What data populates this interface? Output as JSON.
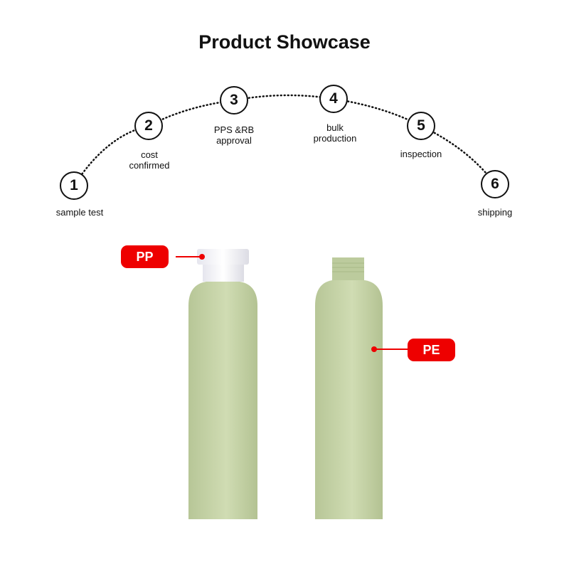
{
  "title": "Product Showcase",
  "steps": [
    {
      "num": "1",
      "label": "sample test"
    },
    {
      "num": "2",
      "label": "cost confirmed"
    },
    {
      "num": "3",
      "label": "PPS &RB approval"
    },
    {
      "num": "4",
      "label": "bulk production"
    },
    {
      "num": "5",
      "label": "inspection"
    },
    {
      "num": "6",
      "label": "shipping"
    }
  ],
  "callouts": {
    "cap": "PP",
    "body": "PE"
  },
  "colors": {
    "bottle": "#c5d3a7",
    "accent": "#ee0000"
  }
}
